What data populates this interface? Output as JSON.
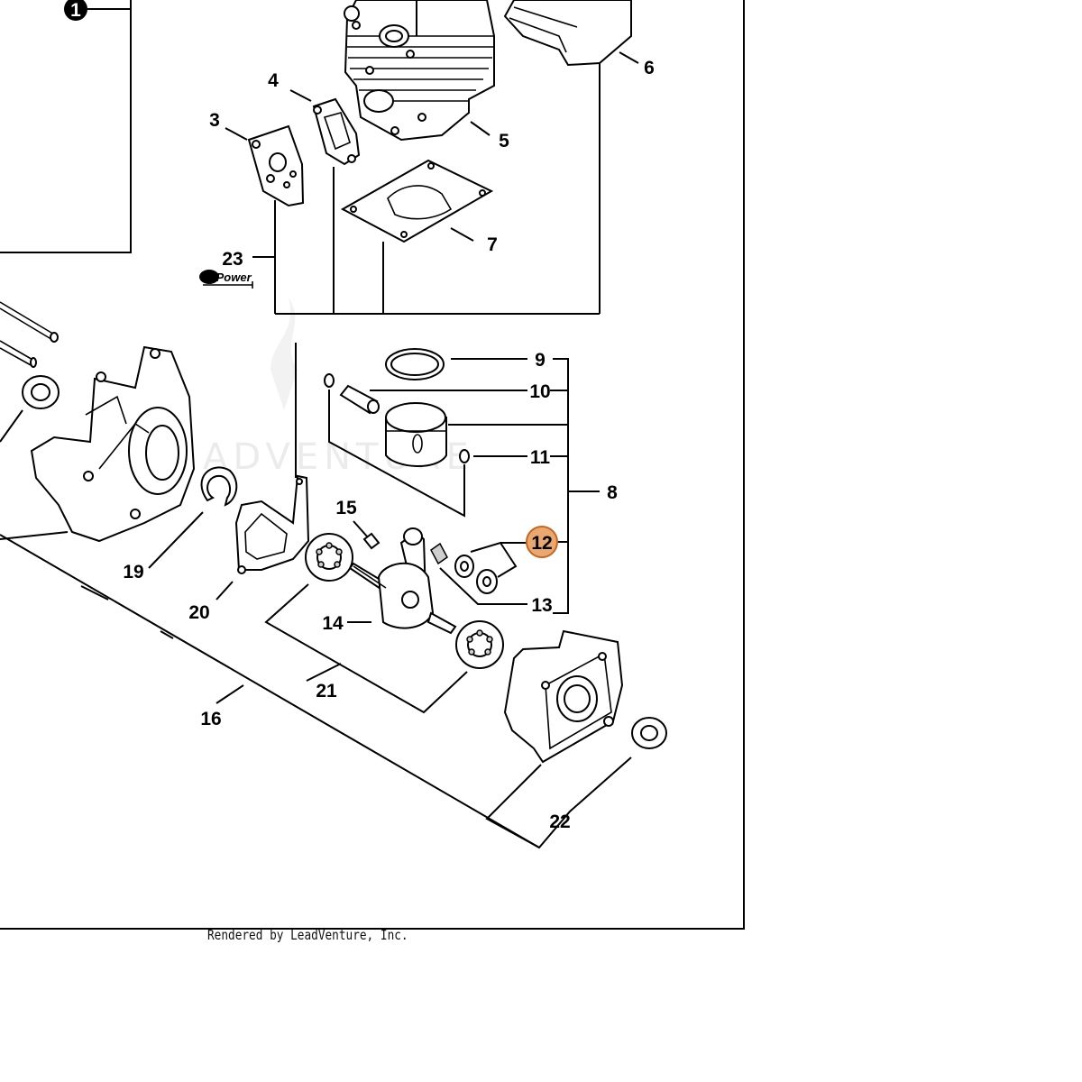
{
  "diagram": {
    "callouts": {
      "c1": "1",
      "c3": "3",
      "c4": "4",
      "c5": "5",
      "c6": "6",
      "c7": "7",
      "c8": "8",
      "c9": "9",
      "c10": "10",
      "c11": "11",
      "c12": "12",
      "c13": "13",
      "c14": "14",
      "c15": "15",
      "c16": "16",
      "c19": "19",
      "c20": "20",
      "c21": "21",
      "c22": "22",
      "c23": "23"
    },
    "highlight_callout": "12",
    "highlight_color": "#e8a870",
    "highlight_border": "#c8641e",
    "repower_label": "RePower",
    "watermark": "ADVENTURE",
    "credit": "Rendered by LeadVenture, Inc."
  }
}
